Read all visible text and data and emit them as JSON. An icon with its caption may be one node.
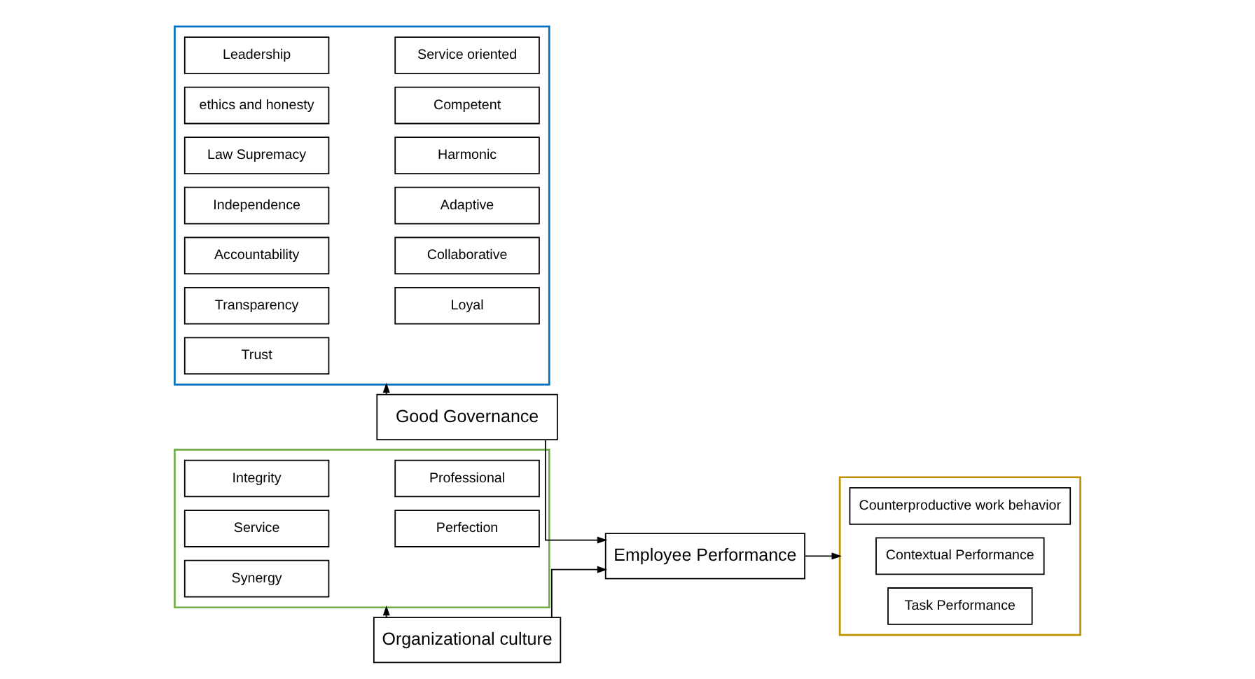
{
  "diagram": {
    "nodes": [
      {
        "text": [],
        "shape": "box"
      },
      {
        "text": [
          "Leadership"
        ],
        "in": 0
      },
      {
        "text": [
          "Service oriented"
        ],
        "in": 0
      },
      {
        "text": [
          "ethics and honesty"
        ],
        "in": 0
      },
      {
        "text": [
          "Competent"
        ],
        "in": 0
      },
      {
        "text": [
          "Law Supremacy"
        ],
        "in": 0
      },
      {
        "text": [
          "Harmonic"
        ],
        "in": 0
      },
      {
        "text": [
          "Transparency"
        ],
        "in": 0
      },
      {
        "text": [
          "Loyal"
        ],
        "in": 0
      },
      {
        "text": [
          "Independence"
        ],
        "in": 0
      },
      {
        "text": [
          "Adaptive"
        ],
        "in": 0
      },
      {
        "text": [
          "Accountability"
        ],
        "in": 0
      },
      {
        "text": [
          "Collaborative"
        ],
        "in": 0
      },
      {
        "text": [
          "Trust"
        ],
        "in": 0
      },
      {
        "text": [
          "Good Governance"
        ]
      },
      {
        "text": [],
        "shape": "box"
      },
      {
        "text": [
          "Counterproductive work behavior"
        ],
        "in": 15
      },
      {
        "text": [
          "Contextual Performance"
        ],
        "in": 15
      },
      {
        "text": [
          "Task Performance"
        ],
        "in": 15
      },
      {
        "text": [
          "Employee Performance"
        ]
      },
      {
        "text": [],
        "shape": "box"
      },
      {
        "text": [
          "Integrity"
        ],
        "in": 20
      },
      {
        "text": [
          "Service"
        ],
        "in": 20
      },
      {
        "text": [
          "Professional"
        ],
        "in": 20
      },
      {
        "text": [
          "Synergy"
        ],
        "in": 20
      },
      {
        "text": [
          "Perfection"
        ],
        "in": 20
      },
      {
        "text": [
          "Organizational culture"
        ]
      }
    ],
    "edges": [
      {
        "from": 14,
        "to": 0,
        "arrow": "to"
      },
      {
        "from": 14,
        "to": 19,
        "arrow": "to"
      },
      {
        "from": 26,
        "to": 19,
        "arrow": "to"
      },
      {
        "from": 26,
        "to": 20,
        "arrow": "to"
      },
      {
        "from": 19,
        "to": 15,
        "arrow": "to"
      }
    ]
  }
}
